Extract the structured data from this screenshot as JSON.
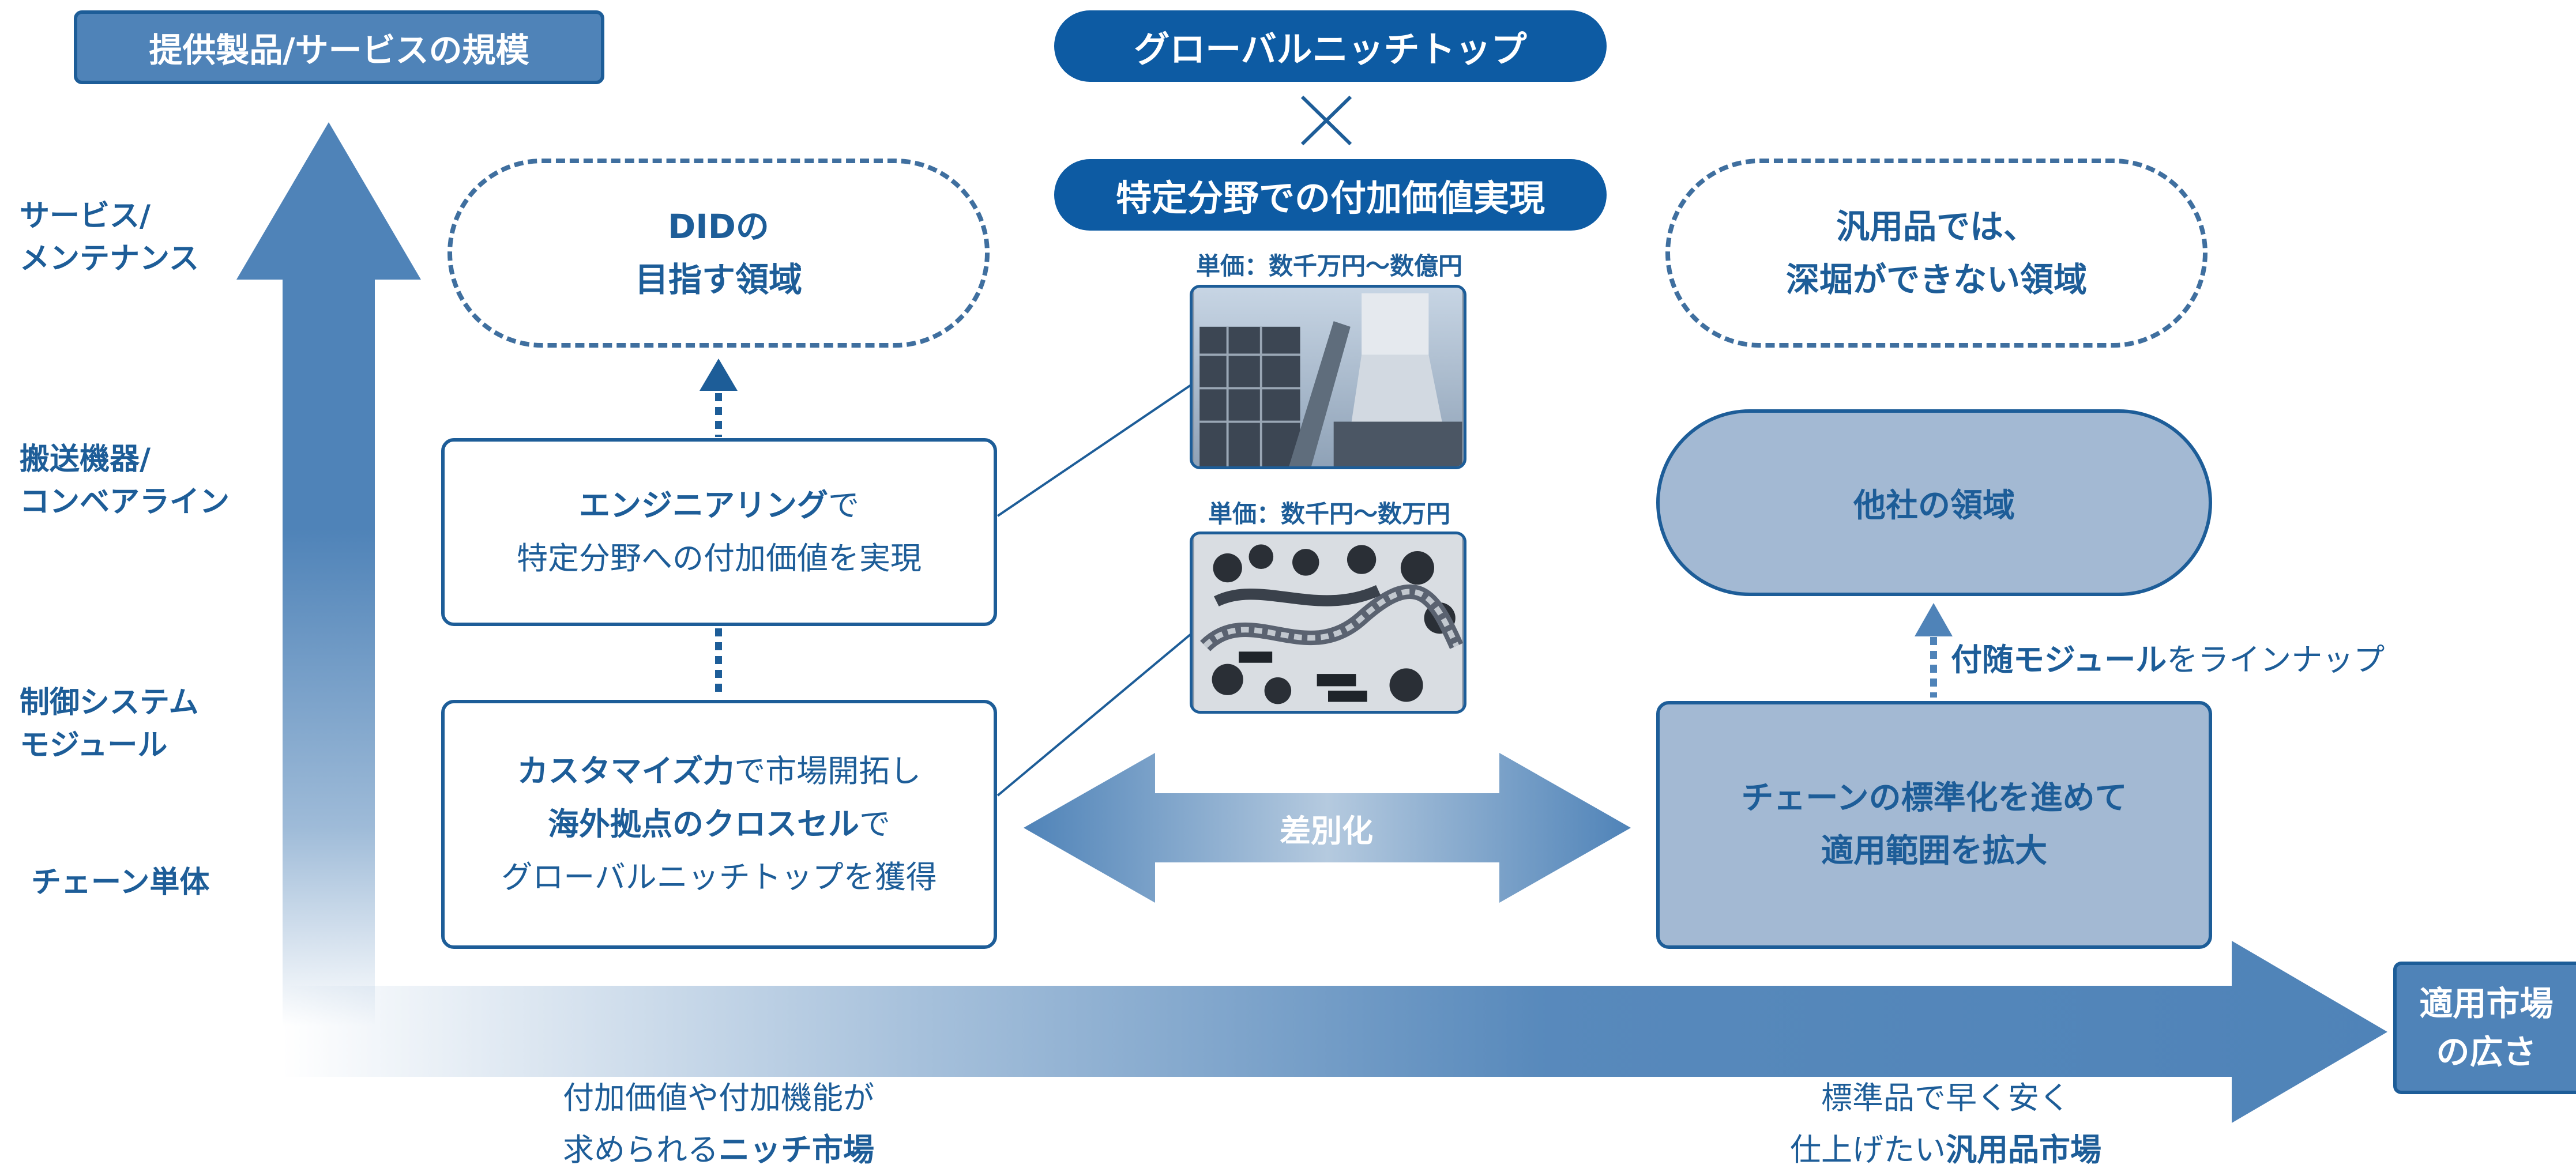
{
  "colors": {
    "primary": "#0d5ba3",
    "accent": "#4f83b8",
    "text": "#1d5d98",
    "box_fill": "#a3b9d3"
  },
  "header": {
    "y_axis_title": "提供製品/サービスの規模",
    "top_line1": "グローバルニッチトップ",
    "cross": "×",
    "top_line2": "特定分野での付加価値実現"
  },
  "y_axis_levels": [
    {
      "line1": "サービス/",
      "line2": "メンテナンス"
    },
    {
      "line1": "搬送機器/",
      "line2": "コンベアライン"
    },
    {
      "line1": "制御システム",
      "line2": "モジュール"
    },
    {
      "line1": "チェーン単体"
    }
  ],
  "x_axis": {
    "title_line1": "適用市場",
    "title_line2": "の広さ"
  },
  "left_column": {
    "target_line1": "DIDの",
    "target_line2": "目指す領域",
    "engineering_bold": "エンジニアリング",
    "engineering_rest": "で",
    "engineering_line2": "特定分野への付加価値を実現",
    "custom_bold": "カスタマイズ力",
    "custom_rest": "で市場開拓し",
    "overseas_bold": "海外拠点のクロスセル",
    "overseas_rest": "で",
    "custom_line3": "グローバルニッチトップを獲得"
  },
  "center": {
    "price_high": "単価：数千万円〜数億円",
    "price_low": "単価：数千円〜数万円",
    "photo_high": "industrial-plant-photo",
    "photo_low": "chains-photo",
    "differentiation": "差別化"
  },
  "right_column": {
    "unreachable_line1": "汎用品では、",
    "unreachable_line2": "深堀ができない領域",
    "others": "他社の領域",
    "module_bold": "付随モジュール",
    "module_rest": "をラインナップ",
    "standard_line1": "チェーンの標準化を進めて",
    "standard_line2": "適用範囲を拡大"
  },
  "bottom": {
    "niche_line1": "付加価値や付加機能が",
    "niche_line2_pre": "求められる",
    "niche_line2_bold": "ニッチ市場",
    "general_line1": "標準品で早く安く",
    "general_line2_pre": "仕上げたい",
    "general_line2_bold": "汎用品市場"
  }
}
